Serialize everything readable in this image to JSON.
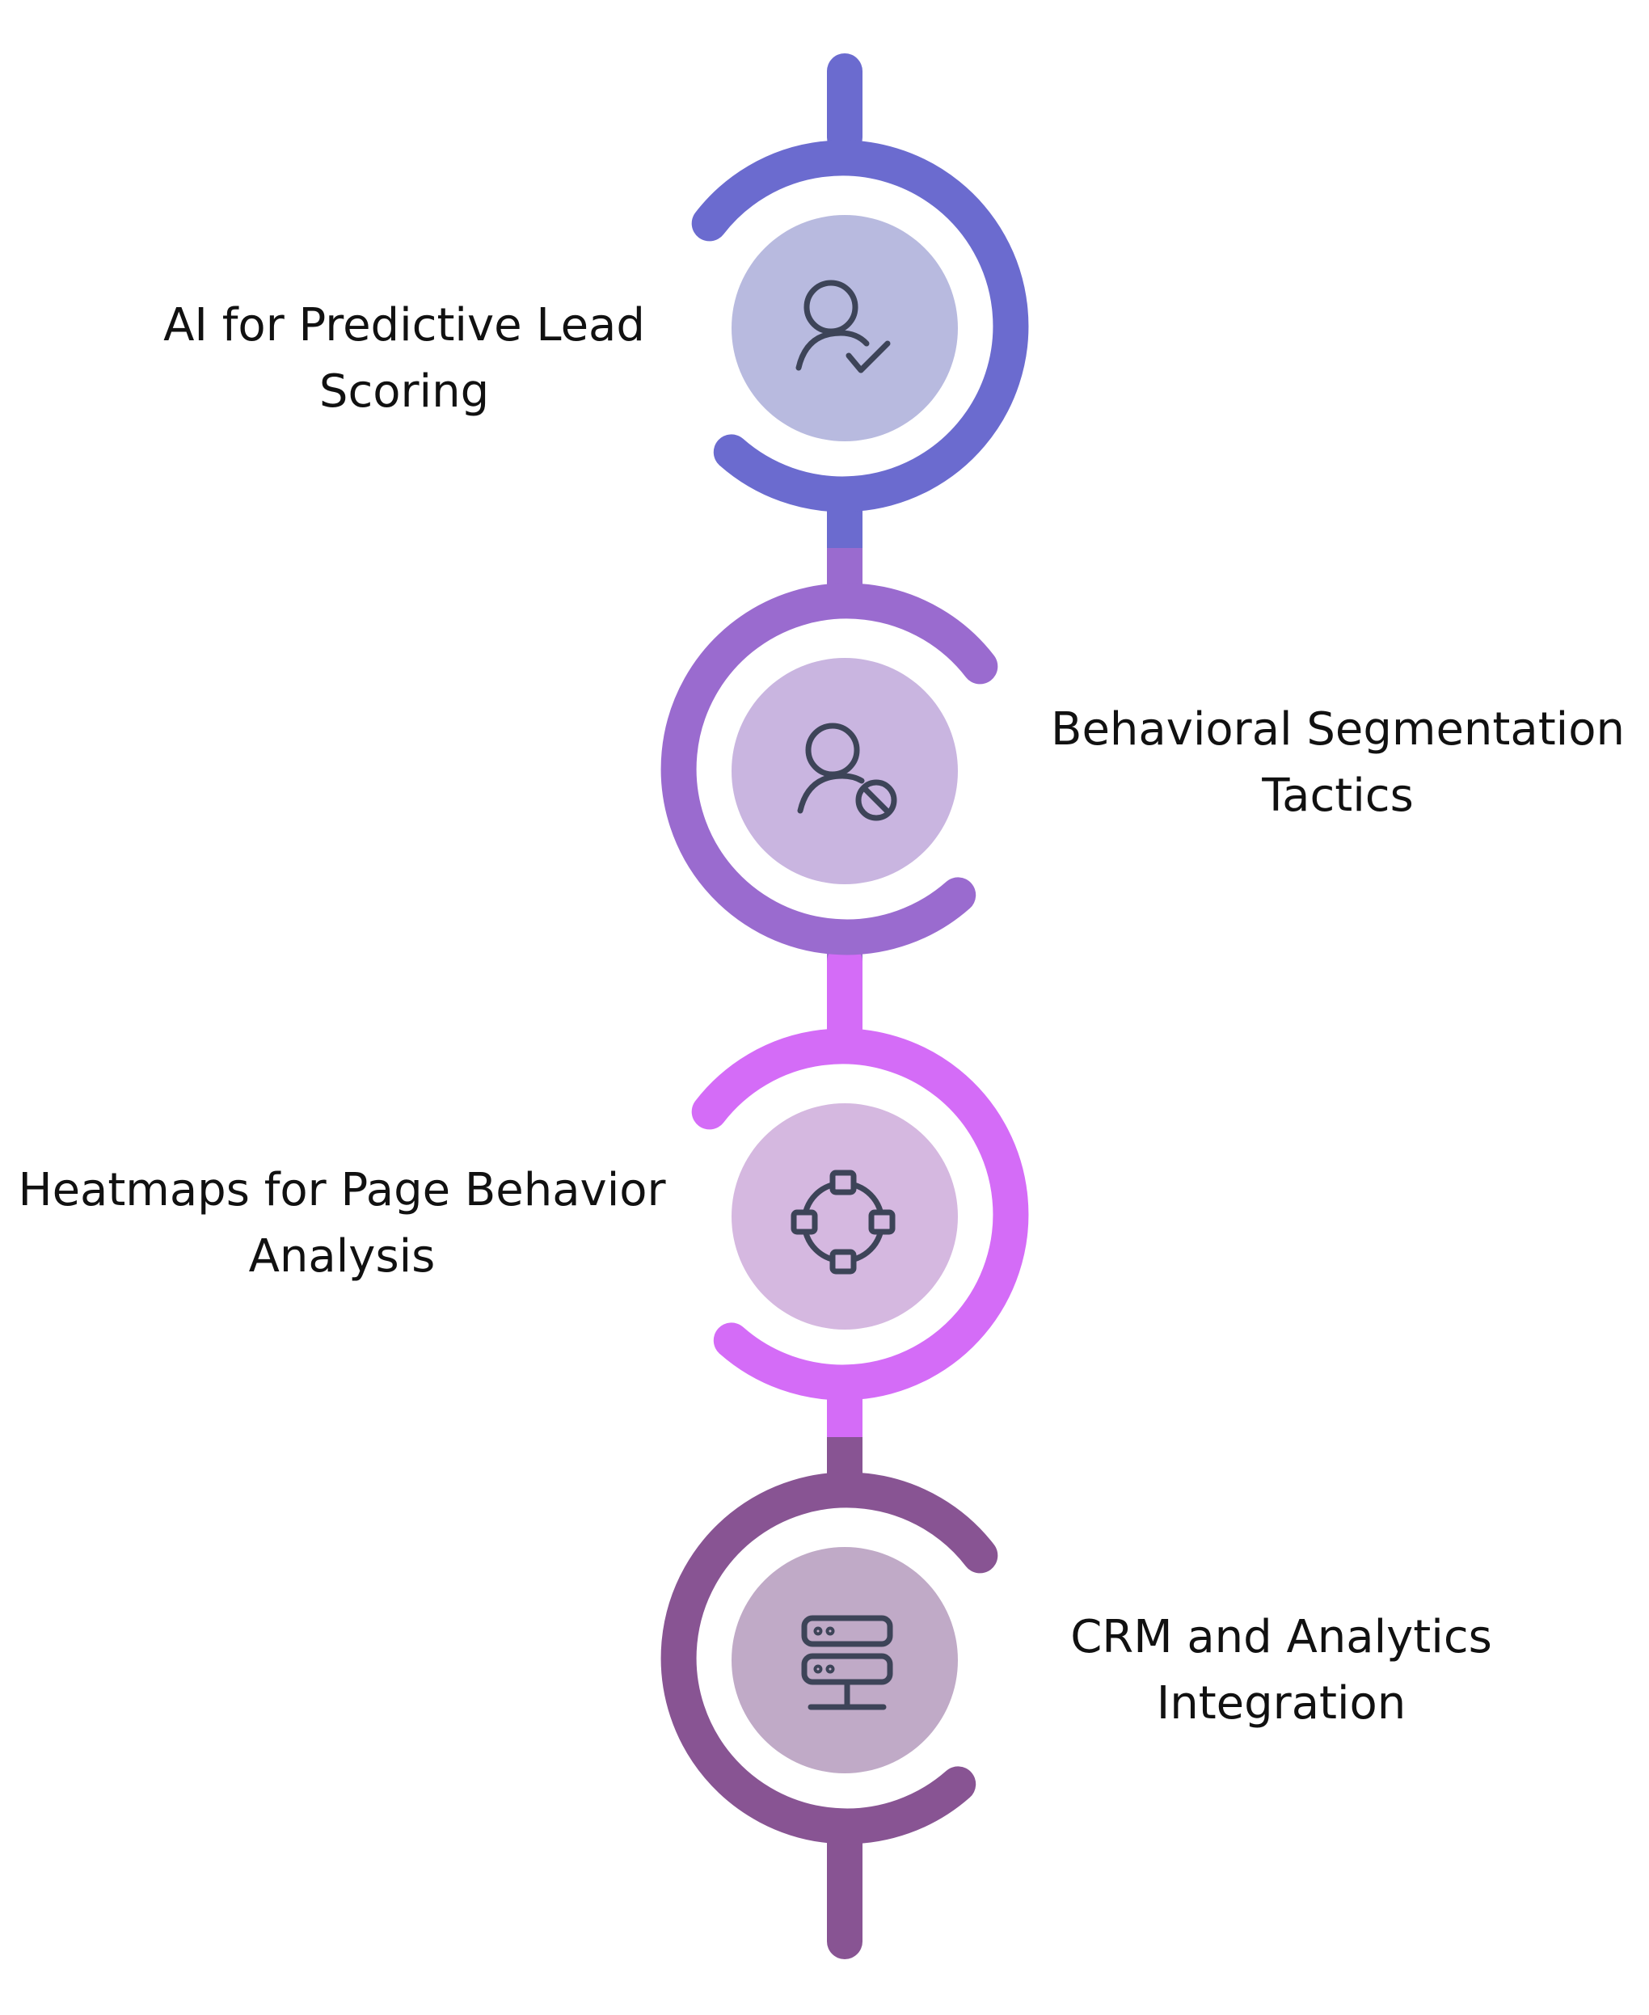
{
  "steps": [
    {
      "label_line1": "AI for Predictive Lead",
      "label_line2": "Scoring",
      "icon": "user-check-icon",
      "ring_color": "#6b6bcf",
      "fill_color": "#b8badf"
    },
    {
      "label_line1": "Behavioral Segmentation",
      "label_line2": "Tactics",
      "icon": "user-blocked-icon",
      "ring_color": "#9a6bcf",
      "fill_color": "#c9b5e0"
    },
    {
      "label_line1": "Heatmaps for Page Behavior",
      "label_line2": "Analysis",
      "icon": "nodes-circle-icon",
      "ring_color": "#d46cf7",
      "fill_color": "#d5b8e0"
    },
    {
      "label_line1": "CRM and Analytics",
      "label_line2": "Integration",
      "icon": "server-icon",
      "ring_color": "#885493",
      "fill_color": "#c0aac7"
    }
  ],
  "icon_color": "#3d4458"
}
